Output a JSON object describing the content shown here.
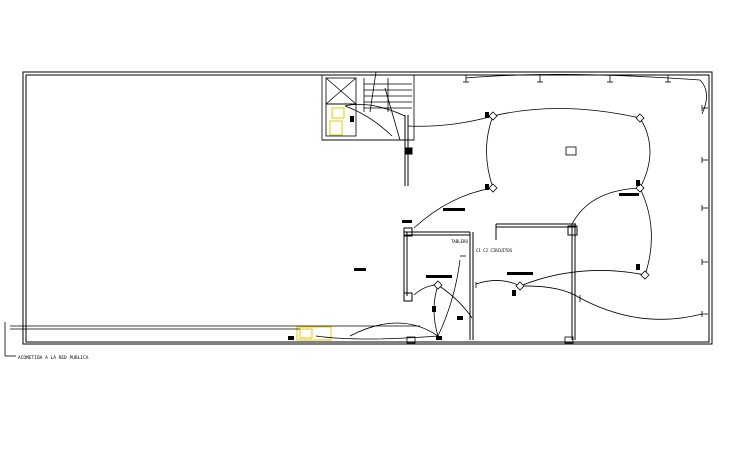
{
  "drawing": {
    "type": "electrical floor plan",
    "colors": {
      "background": "#ffffff",
      "line": "#000000",
      "highlight": "#e8c800"
    },
    "labels": {
      "acometida": "ACOMETIDA A LA RED PUBLICA",
      "tablero": "TABLERO",
      "circuit_note": "C1 C2 CIRCUITOS"
    }
  }
}
